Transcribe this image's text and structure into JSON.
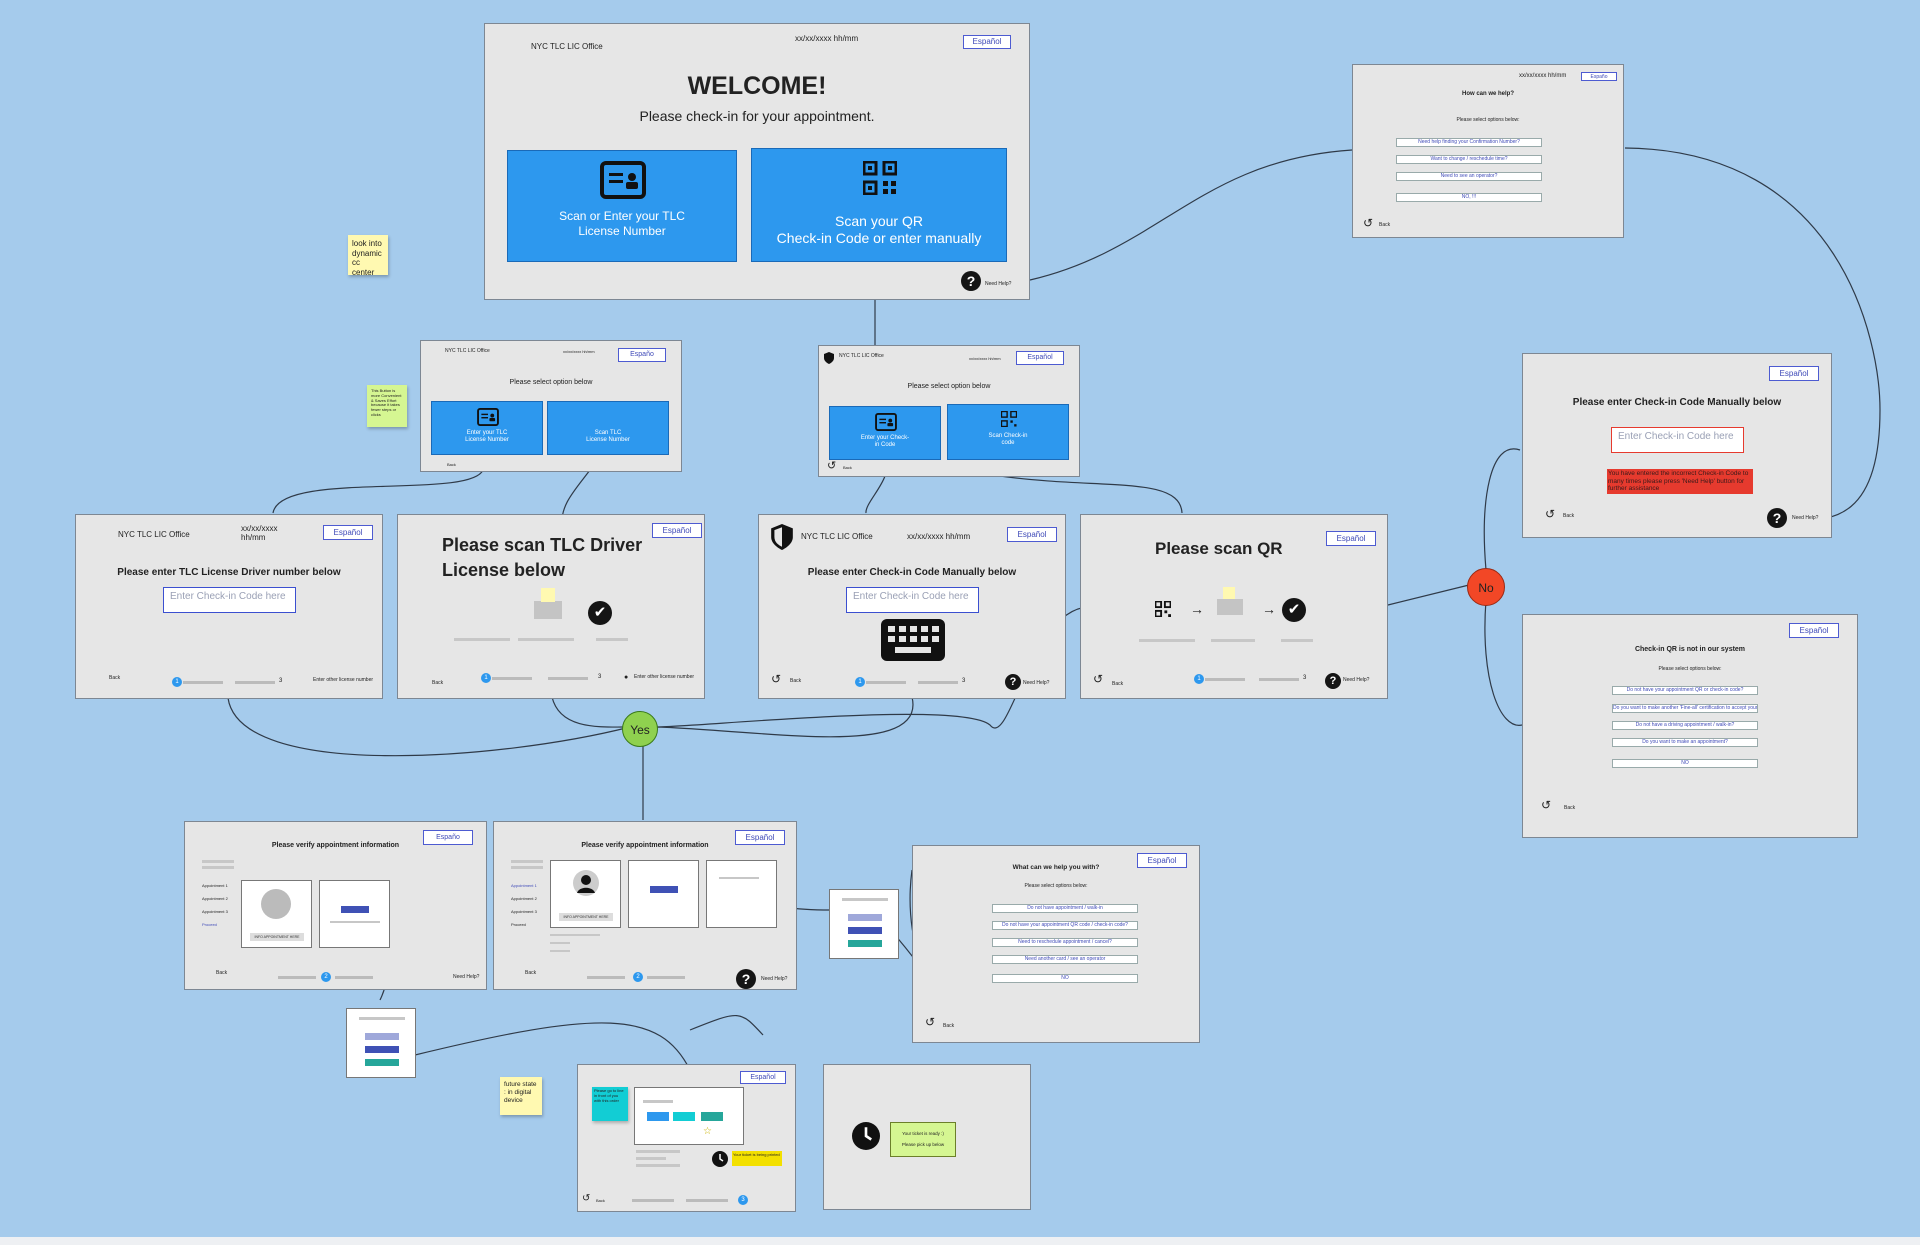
{
  "colors": {
    "board": "#a5cbec",
    "frame": "#e6e6e6",
    "primary_button": "#2d98ee",
    "link_blue": "#3f4ab8",
    "yes": "#8fd14f",
    "no": "#f24726",
    "error": "#e63a2e",
    "sticky_yellow": "#fff9b1",
    "sticky_green": "#d5f692",
    "sticky_cyan": "#12cdd4",
    "accent_green": "#26a69a",
    "accent_navy": "#3f51b5"
  },
  "common": {
    "espanol": "Español",
    "espano": "Españo",
    "back": "Back",
    "need_help": "Need Help?",
    "office": "NYC TLC LIC Office",
    "datetime": "xx/xx/xxxx hh/mm",
    "datetime_a": "xx/xx/xxxx",
    "datetime_b": "hh/mm",
    "check_placeholder": "Enter Check-in Code here",
    "select_option": "Please select option below",
    "select_options": "Please select options below:",
    "step1": "1",
    "step2": "2",
    "step3": "3"
  },
  "welcome": {
    "title": "WELCOME!",
    "subtitle": "Please check-in for your appointment.",
    "btn_license": "Scan or Enter your TLC License Number",
    "btn_qr_1": "Scan your QR",
    "btn_qr_2": "Check-in Code or enter manually"
  },
  "sticky_notes": {
    "dynamic": "look into dynamic cc center",
    "small": "This Button is more Convenient & Saves Effort because it takes fewer steps or clicks",
    "future": "future state : in digital device"
  },
  "select_license": {
    "btn_enter": "Enter your TLC License Number",
    "btn_scan": "Scan TLC License Number"
  },
  "select_qr": {
    "btn_enter": "Enter your Check-in Code",
    "btn_scan": "Scan Check-in code"
  },
  "enter_license": {
    "title": "Please enter TLC License Driver number below",
    "other": "Enter other license number"
  },
  "scan_license": {
    "title_1": "Please scan TLC Driver",
    "title_2": "License below",
    "other": "Enter other license number"
  },
  "enter_code": {
    "title": "Please enter Check-in Code Manually below"
  },
  "scan_qr": {
    "title": "Please scan QR"
  },
  "help_menu": {
    "title": "How can we help?",
    "options": [
      "Need help finding your Confirmation Number?",
      "Want to change / reschedule time?",
      "Need to see an operator?",
      "NO, !!!"
    ]
  },
  "manual_error": {
    "title": "Please enter Check-in Code Manually below",
    "error": "You have entered the incorrect Check-in Code to many times please press 'Need Help' button for further assistance"
  },
  "not_found": {
    "title": "Check-in QR is not in our system",
    "options": [
      "Do not have your appointment QR or check-in code?",
      "Do you want to make another 'Fine-all' certification to accept your appointment?",
      "Do not have a driving appointment / walk-in?",
      "Do you want to make an appointment?",
      "NO"
    ]
  },
  "decisions": {
    "yes": "Yes",
    "no": "No"
  },
  "verify": {
    "title": "Please verify appointment information",
    "appointments": [
      "Appointment 1",
      "Appointment 2",
      "Appointment 3",
      "Proceed"
    ],
    "caption": "INFO APPOINTMENT HERE"
  },
  "help_with": {
    "title": "What can we help you with?",
    "options": [
      "Do not have appointment / walk-in",
      "Do not have your appointment QR code / check-in code?",
      "Need to reschedule appointment / cancel?",
      "Need another card / see an operator",
      "NO"
    ]
  },
  "ticket": {
    "sticky": "Please go to line in front of you with this order",
    "ready": "Your ticket is being printed",
    "final_1": "Your ticket is ready :)",
    "final_2": "Please pick up below"
  }
}
